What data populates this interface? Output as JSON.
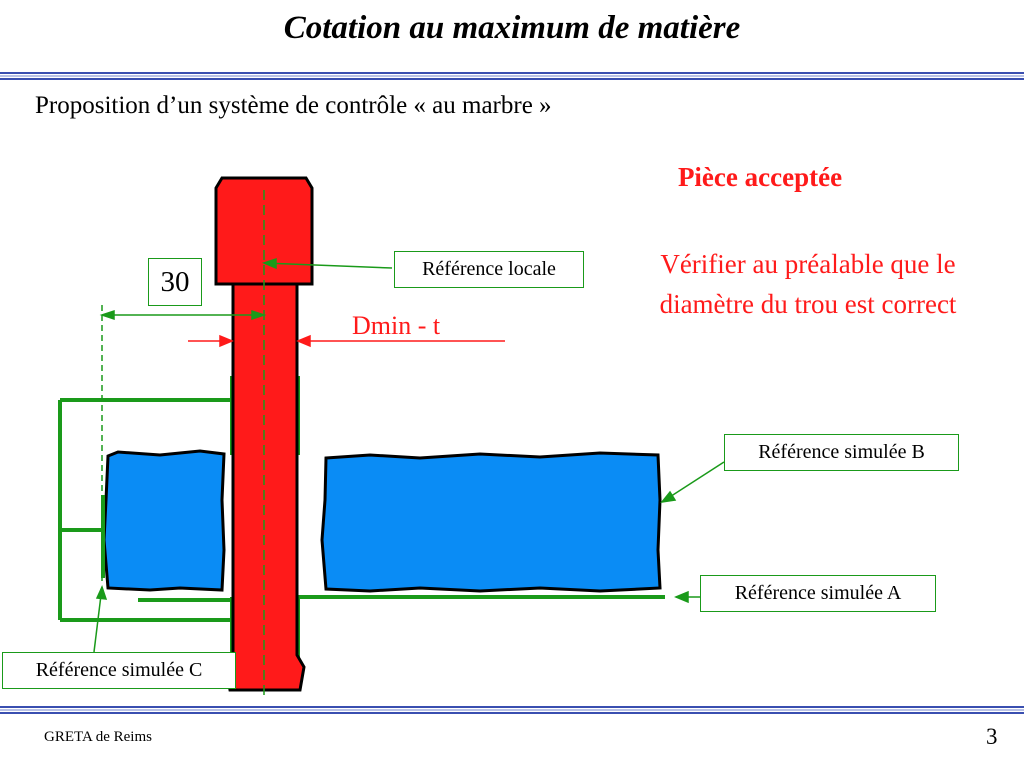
{
  "slide": {
    "title": "Cotation au maximum de matière",
    "subtitle": "Proposition d’un système de contrôle « au marbre »",
    "status": "Pièce acceptée",
    "note": "Vérifier au préalable que le diamètre du trou est correct"
  },
  "diagram": {
    "dimension_30": "30",
    "dimension_dmin": "Dmin - t",
    "labels": {
      "local_reference": "Référence locale",
      "simulated_reference_b": "Référence simulée B",
      "simulated_reference_a": "Référence simulée A",
      "simulated_reference_c": "Référence simulée C"
    }
  },
  "footer": {
    "organization": "GRETA de Reims",
    "page_number": "3"
  },
  "colors": {
    "accent_red": "#ff1a1a",
    "green": "#1a9a1a",
    "blue_part": "#0a8cf5",
    "rule_blue": "#3a4fb0"
  }
}
